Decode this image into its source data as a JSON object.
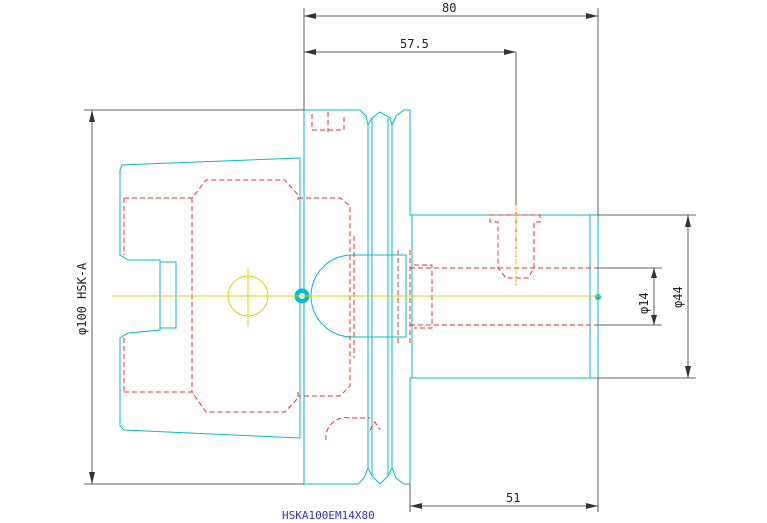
{
  "dimensions": {
    "overall_length": "80",
    "flange_length": "57.5",
    "shank_length": "51",
    "hsk_diameter": "φ100 HSK-A",
    "bore_diameter": "φ14",
    "shank_diameter": "φ44"
  },
  "title": "HSKA100EM14X80",
  "colors": {
    "outline": "#00bcd4",
    "hidden": "#e83030",
    "center": "#e0d000",
    "dimension": "#333333",
    "title": "#3333cc"
  }
}
